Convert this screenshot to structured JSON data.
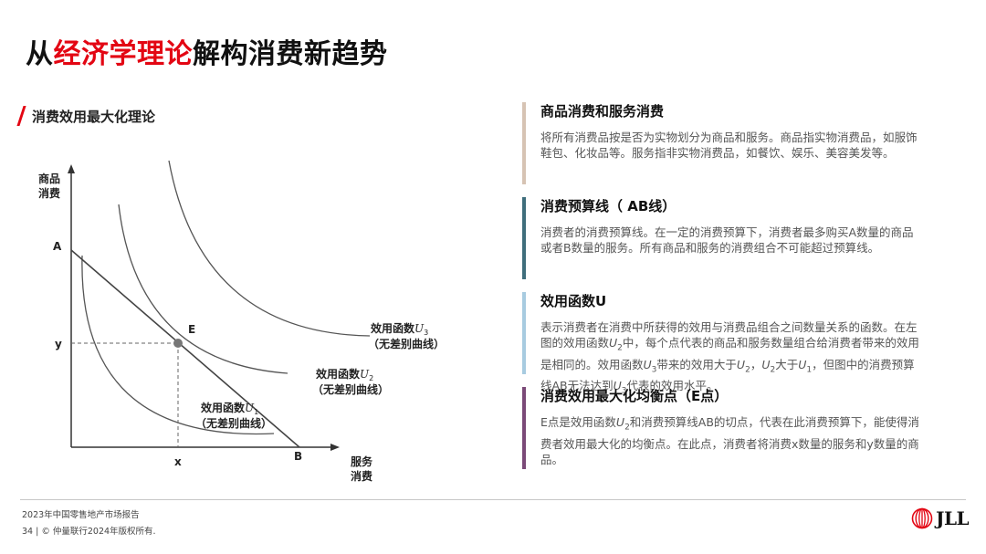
{
  "title": {
    "prefix": "从",
    "highlight": "经济学理论",
    "suffix": "解构消费新趋势"
  },
  "subheading": "消费效用最大化理论",
  "chart": {
    "y_axis_label_line1": "商品",
    "y_axis_label_line2": "消费",
    "x_axis_label_line1": "服务",
    "x_axis_label_line2": "消费",
    "point_a": "A",
    "point_b": "B",
    "point_e": "E",
    "y_mark": "y",
    "x_mark": "x",
    "u3_label": "效用函数",
    "u3_symbol": "U",
    "u3_sub": "3",
    "u3_note": "（无差别曲线）",
    "u2_label": "效用函数",
    "u2_symbol": "U",
    "u2_sub": "2",
    "u2_note": "（无差别曲线）",
    "u1_label": "效用函数",
    "u1_symbol": "U",
    "u1_sub": "1",
    "u1_note": "（无差别曲线）"
  },
  "sections": [
    {
      "title": "商品消费和服务消费",
      "color": "#d6c3b3",
      "body": "将所有消费品按是否为实物划分为商品和服务。商品指实物消费品，如服饰鞋包、化妆品等。服务指非实物消费品，如餐饮、娱乐、美容美发等。"
    },
    {
      "title": "消费预算线（ AB线）",
      "color": "#3f6e7c",
      "body": "消费者的消费预算线。在一定的消费预算下，消费者最多购买A数量的商品或者B数量的服务。所有商品和服务的消费组合不可能超过预算线。"
    },
    {
      "title": "效用函数U",
      "color": "#a7cbe0",
      "body_parts": {
        "p1": "表示消费者在消费中所获得的效用与消费品组合之间数量关系的函数。在左图的效用函数",
        "v1": "U",
        "s1": "2",
        "p2": "中，每个点代表的商品和服务数量组合给消费者带来的效用是相同的。效用函数",
        "v2": "U",
        "s2": "3",
        "p3": "带来的效用大于",
        "v3": "U",
        "s3": "2",
        "p4": "，",
        "v4": "U",
        "s4": "2",
        "p5": "大于",
        "v5": "U",
        "s5": "1",
        "p6": "，但图中的消费预算线AB无法达到",
        "v6": "U",
        "s6": "3",
        "p7": "代表的效用水平。"
      }
    },
    {
      "title": "消费效用最大化均衡点（E点）",
      "color": "#7b4a78",
      "body_parts": {
        "p1": "E点是效用函数",
        "v1": "U",
        "s1": "2",
        "p2": "和消费预算线AB的切点，代表在此消费预算下，能使得消费者效用最大化的均衡点。在此点，消费者将消费x数量的服务和y数量的商品。"
      }
    }
  ],
  "footer": {
    "report": "2023年中国零售地产市场报告",
    "page": "34",
    "separator": "|",
    "copyright": "© 仲量联行2024年版权所有."
  },
  "logo": {
    "text": "JLL",
    "icon": "jll-logo-icon"
  }
}
